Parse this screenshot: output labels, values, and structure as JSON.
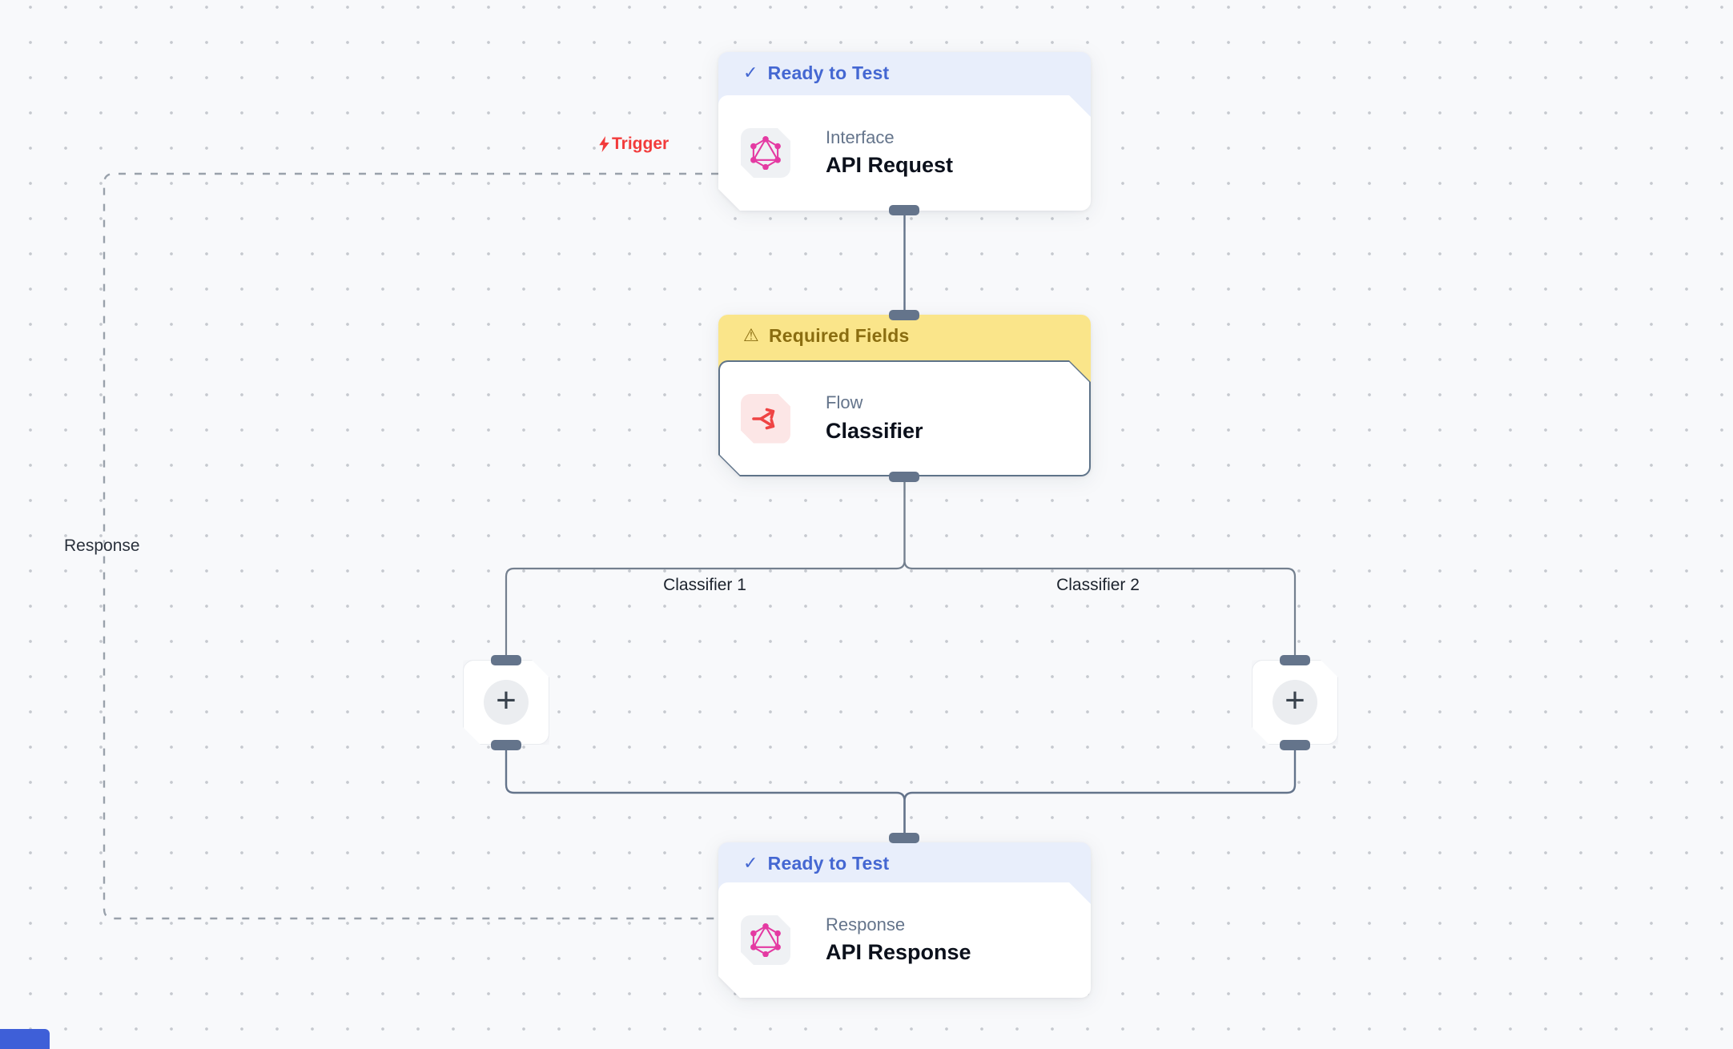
{
  "app": {
    "view": "workflow-canvas"
  },
  "nodes": {
    "api_request": {
      "status": "Ready to Test",
      "category": "Interface",
      "title": "API Request"
    },
    "classifier": {
      "status": "Required Fields",
      "category": "Flow",
      "title": "Classifier"
    },
    "api_response": {
      "status": "Ready to Test",
      "category": "Response",
      "title": "API Response"
    }
  },
  "edge_labels": {
    "trigger": "Trigger",
    "response": "Response",
    "classifier_1": "Classifier 1",
    "classifier_2": "Classifier 2"
  },
  "icons": {
    "check": "✓",
    "warning": "⚠",
    "add": "+",
    "trigger": "lightning-bolt-icon",
    "api_node": "graphql-logo-icon",
    "classifier_node": "split-arrow-icon"
  },
  "colors": {
    "canvas_bg": "#F8F9FB",
    "grid_dot": "#C6C9CF",
    "status_ready_bg": "#E8EEFB",
    "status_ready_text": "#4467D2",
    "status_warning_bg": "#FAE58A",
    "status_warning_text": "#8A6D10",
    "edge": "#64748B",
    "dashed_edge": "#99A1AB",
    "trigger_red": "#F23B3B",
    "icon_pink": "#E43AA2",
    "icon_red": "#EF4444",
    "selection_border": "#5E7389"
  }
}
